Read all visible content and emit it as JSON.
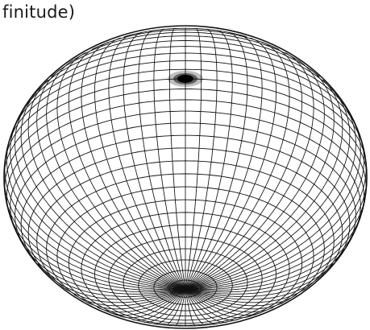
{
  "figure": {
    "caption": "finitude)",
    "line_color": "#111111",
    "background_color": "#ffffff",
    "pole_color": "#000000",
    "shape": "oblate-spheroid-wireframe",
    "view": "tilted-from-above-with-pole-visible"
  }
}
